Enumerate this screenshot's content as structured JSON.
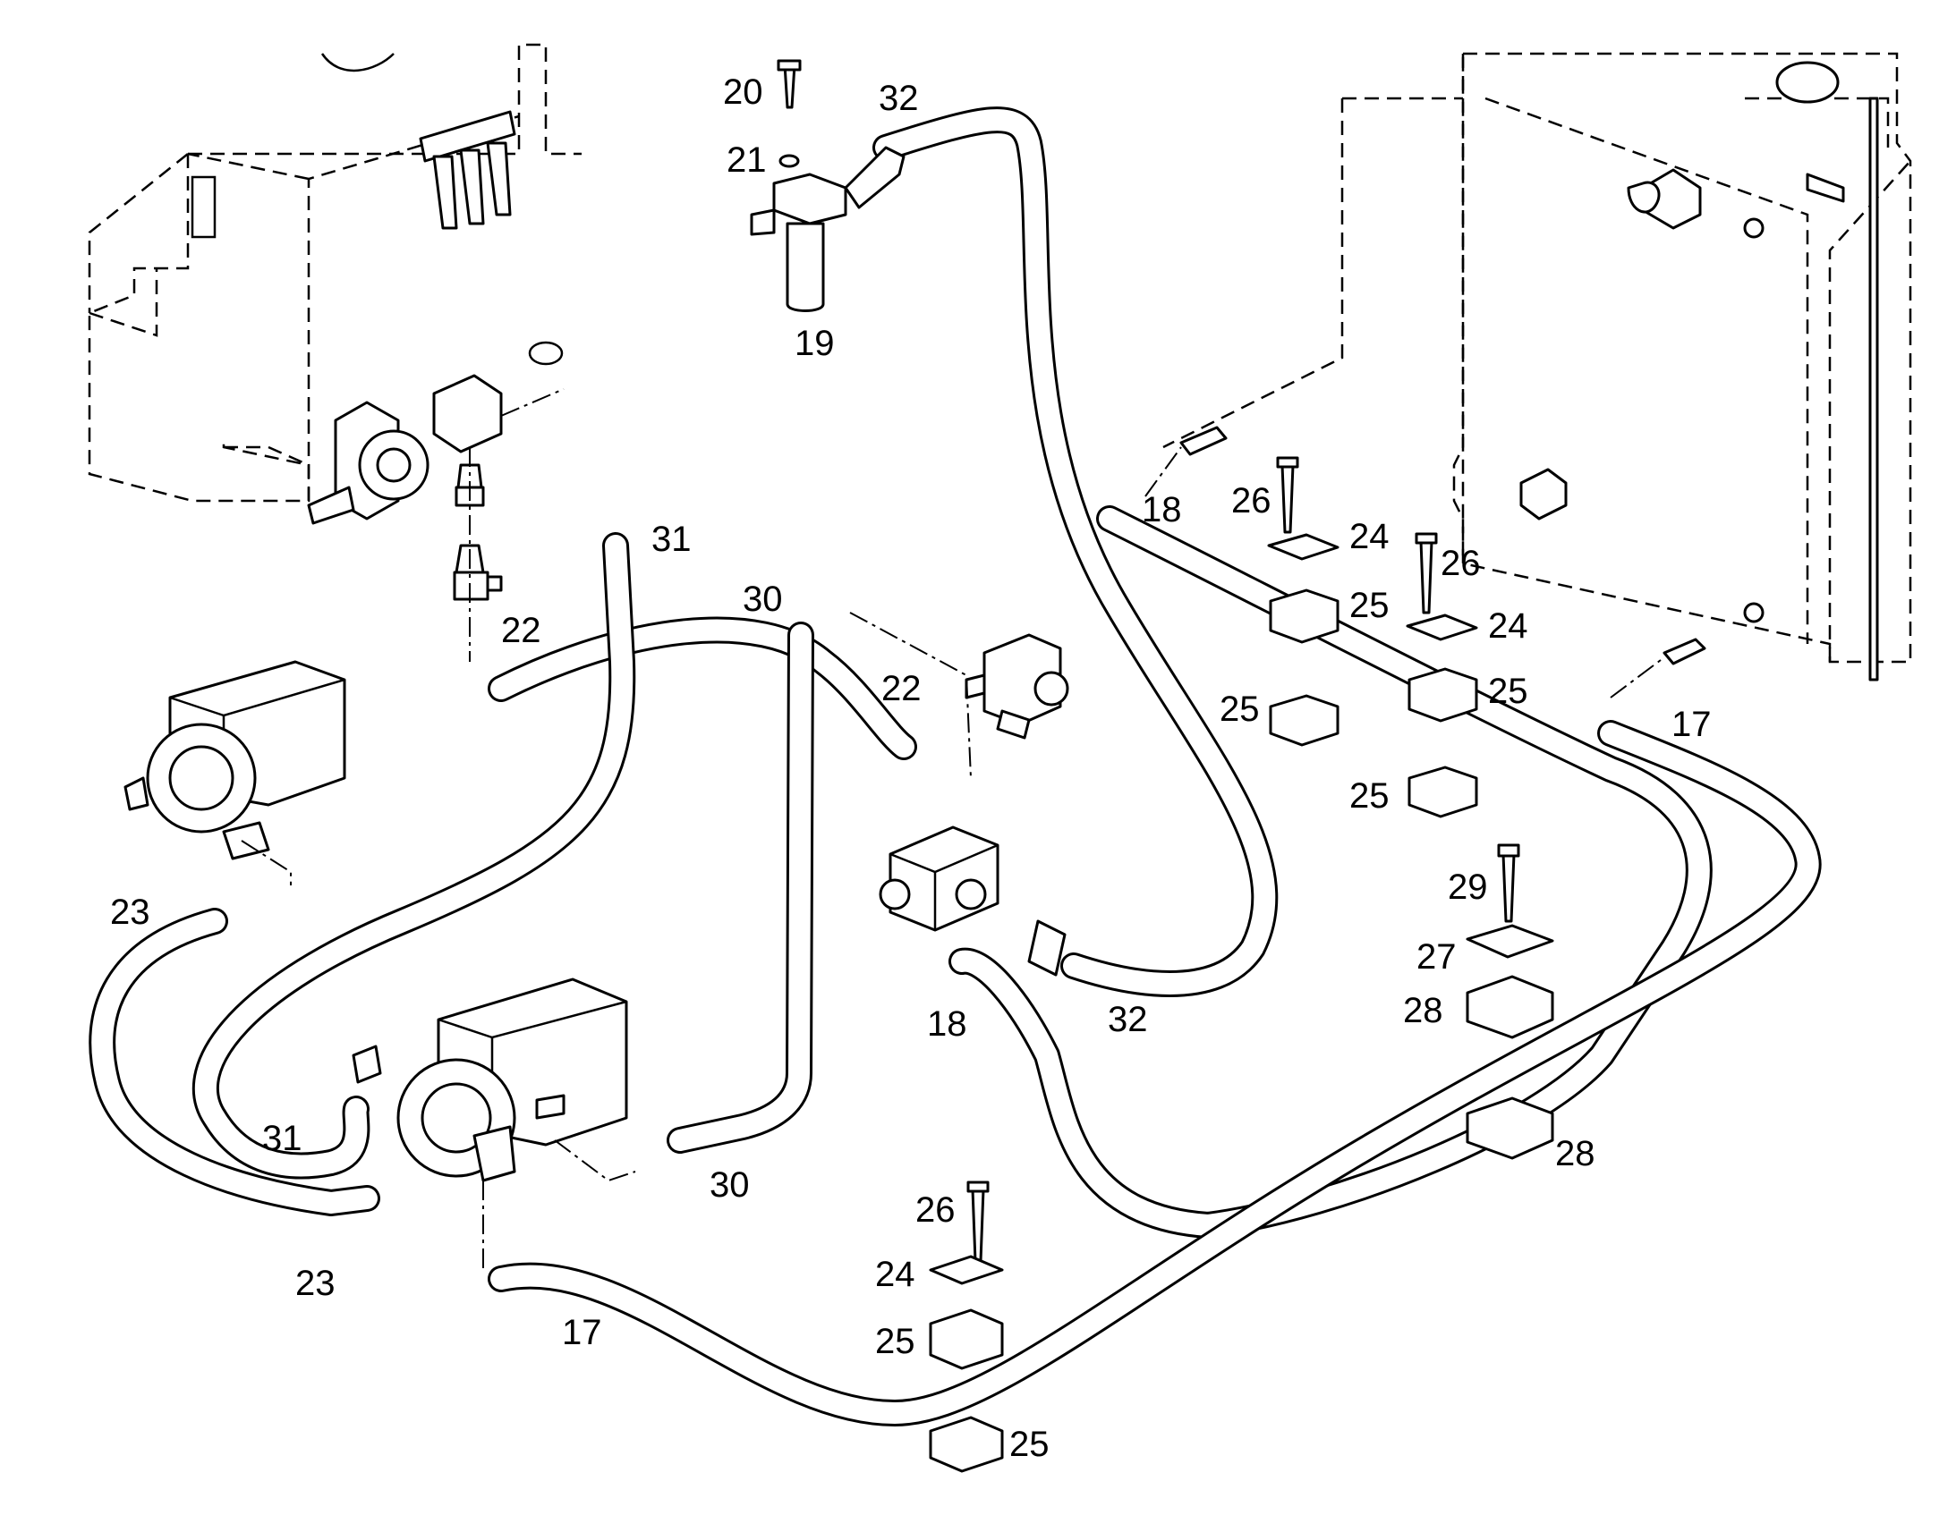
{
  "callouts": [
    {
      "id": "c20",
      "text": "20"
    },
    {
      "id": "c21",
      "text": "21"
    },
    {
      "id": "c19",
      "text": "19"
    },
    {
      "id": "c32a",
      "text": "32"
    },
    {
      "id": "c31a",
      "text": "31"
    },
    {
      "id": "c22a",
      "text": "22"
    },
    {
      "id": "c30a",
      "text": "30"
    },
    {
      "id": "c22b",
      "text": "22"
    },
    {
      "id": "c18a",
      "text": "18"
    },
    {
      "id": "c26a",
      "text": "26"
    },
    {
      "id": "c24a",
      "text": "24"
    },
    {
      "id": "c25a",
      "text": "25"
    },
    {
      "id": "c26b",
      "text": "26"
    },
    {
      "id": "c24b",
      "text": "24"
    },
    {
      "id": "c25b",
      "text": "25"
    },
    {
      "id": "c25c",
      "text": "25"
    },
    {
      "id": "c25d",
      "text": "25"
    },
    {
      "id": "c17a",
      "text": "17"
    },
    {
      "id": "c29",
      "text": "29"
    },
    {
      "id": "c27",
      "text": "27"
    },
    {
      "id": "c28a",
      "text": "28"
    },
    {
      "id": "c28b",
      "text": "28"
    },
    {
      "id": "c23a",
      "text": "23"
    },
    {
      "id": "c18b",
      "text": "18"
    },
    {
      "id": "c32b",
      "text": "32"
    },
    {
      "id": "c31b",
      "text": "31"
    },
    {
      "id": "c30b",
      "text": "30"
    },
    {
      "id": "c23b",
      "text": "23"
    },
    {
      "id": "c26c",
      "text": "26"
    },
    {
      "id": "c24c",
      "text": "24"
    },
    {
      "id": "c25e",
      "text": "25"
    },
    {
      "id": "c25f",
      "text": "25"
    },
    {
      "id": "c17b",
      "text": "17"
    }
  ]
}
